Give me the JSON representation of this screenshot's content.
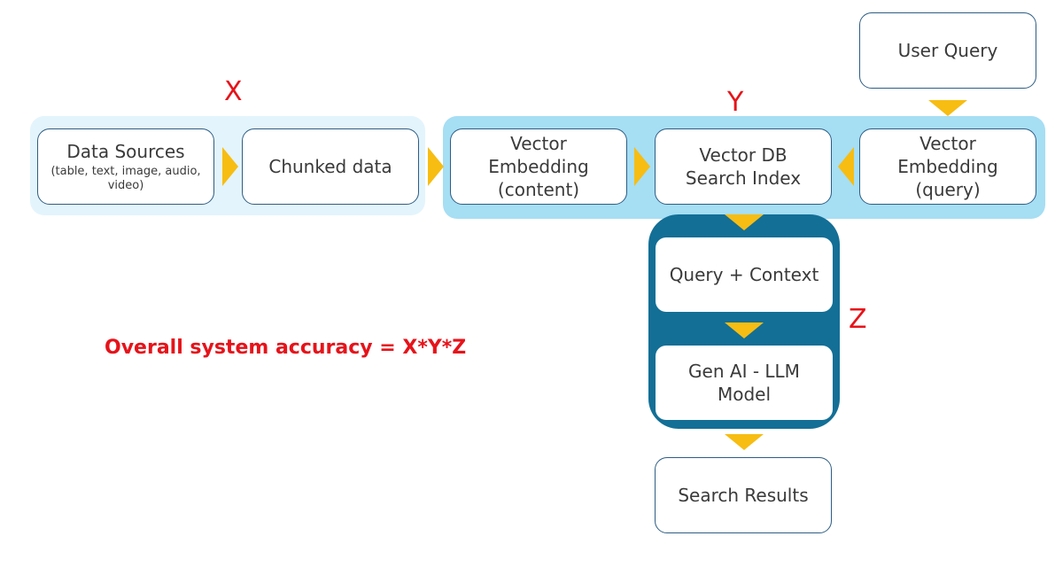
{
  "labels": {
    "x": "X",
    "y": "Y",
    "z": "Z"
  },
  "accuracy_text": "Overall system accuracy = X*Y*Z",
  "nodes": {
    "user_query": "User Query",
    "data_sources": {
      "title": "Data Sources",
      "subtitle": "(table, text, image, audio, video)"
    },
    "chunked_data": "Chunked data",
    "vector_embedding_content": {
      "line1": "Vector",
      "line2": "Embedding",
      "line3": "(content)"
    },
    "vector_db": {
      "line1": "Vector DB",
      "line2": "Search Index"
    },
    "vector_embedding_query": {
      "line1": "Vector",
      "line2": "Embedding",
      "line3": "(query)"
    },
    "query_context": "Query + Context",
    "gen_ai": {
      "line1": "Gen AI - LLM",
      "line2": "Model"
    },
    "search_results": "Search Results"
  },
  "colors": {
    "zone_x": "#e3f4fc",
    "zone_y": "#a6def4",
    "zone_z": "#136f96",
    "arrow": "#f7bd12",
    "accent_red": "#e6131a",
    "box_border": "#2e5d84"
  }
}
